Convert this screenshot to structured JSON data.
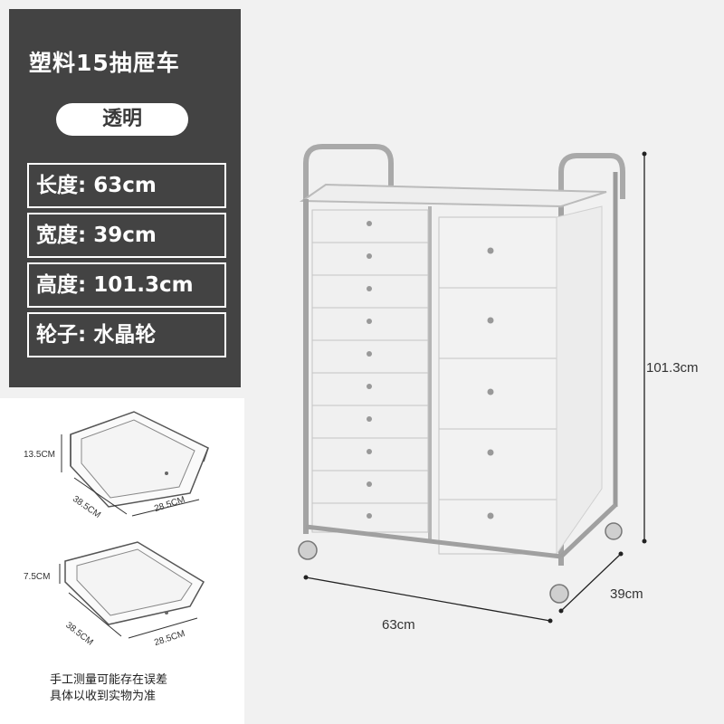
{
  "product": {
    "title": "塑料15抽屉车",
    "color_label": "透明",
    "specs": [
      "长度: 63cm",
      "宽度: 39cm",
      "高度: 101.3cm",
      "轮子: 水晶轮"
    ]
  },
  "drawers_diagram": {
    "deep": {
      "height": "13.5CM",
      "length": "38.5CM",
      "width": "28.5CM"
    },
    "shallow": {
      "height": "7.5CM",
      "length": "38.5CM",
      "width": "28.5CM"
    }
  },
  "dimensions": {
    "height": "101.3cm",
    "depth": "39cm",
    "width": "63cm"
  },
  "note": {
    "line1": "手工测量可能存在误差",
    "line2": "具体以收到实物为准"
  },
  "colors": {
    "panel": "#434343",
    "background": "#f1f1f1"
  }
}
